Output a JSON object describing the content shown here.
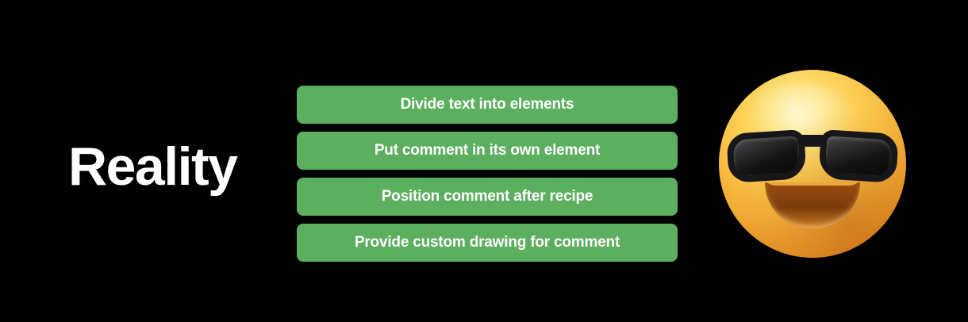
{
  "slide": {
    "background_color": "#000000",
    "title": "Reality"
  },
  "steps": {
    "accent_color": "#5CAF5F",
    "text_color": "#FFFFFF",
    "items": [
      {
        "label": "Divide text into elements"
      },
      {
        "label": "Put comment in its own element"
      },
      {
        "label": "Position comment after recipe"
      },
      {
        "label": "Provide custom drawing for comment"
      }
    ]
  },
  "emoji": {
    "name": "smiling-face-with-sunglasses",
    "glyph": "😎"
  }
}
